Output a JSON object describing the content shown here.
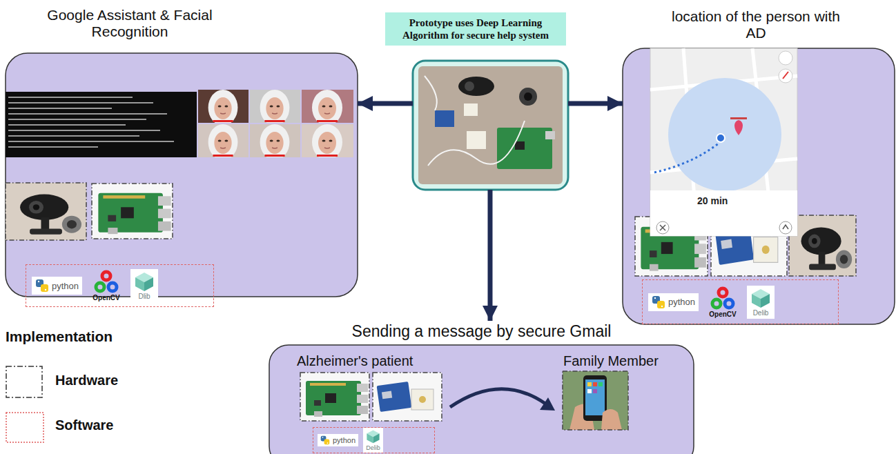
{
  "diagram": {
    "nodes": [
      {
        "text": [
          "Prototype uses Deep Learning Algorithm for secure help system"
        ]
      },
      {
        "text": [
          "Google Assistant & Facial Recognition"
        ]
      },
      {
        "text": [
          "python",
          "OpenCV",
          "Dlib"
        ],
        "in": 1
      },
      {
        "text": [
          "location of the person with AD"
        ]
      },
      {
        "text": [
          "python",
          "OpenCV",
          "Delib"
        ],
        "in": 3
      },
      {
        "text": [
          "Sending a message by secure Gmail",
          "Alzheimer's patient",
          "Family Member"
        ]
      },
      {
        "text": [
          "python",
          "Delib"
        ],
        "in": 5
      }
    ],
    "edges": [
      {
        "from": 0,
        "to": 1,
        "arrow": "to"
      },
      {
        "from": 0,
        "to": 3,
        "arrow": "to"
      },
      {
        "from": 0,
        "to": 5,
        "arrow": "to"
      }
    ],
    "labels": [
      "20 min",
      "Implementation"
    ],
    "legend": [
      {
        "text": "Hardware"
      },
      {
        "text": "Software"
      }
    ]
  }
}
